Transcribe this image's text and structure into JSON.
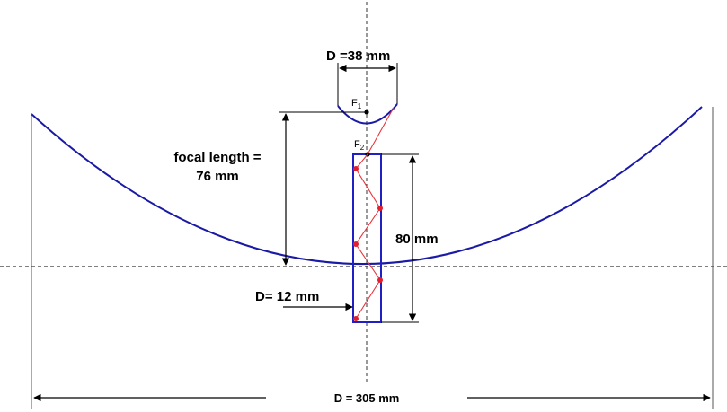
{
  "labels": {
    "small_diameter": "D =38 mm",
    "focus1_letter": "F",
    "focus1_sub": "1",
    "focus2_letter": "F",
    "focus2_sub": "2",
    "focal_line1": "focal length =",
    "focal_line2": "76 mm",
    "receiver_length": "80 mm",
    "receiver_diameter": "D= 12 mm",
    "dish_diameter": "D = 305 mm"
  },
  "colors": {
    "mirror": "#1a1aa6",
    "receiver": "#1f1fc4",
    "ray": "#e8343c",
    "ray_dot": "#e02030",
    "ink": "#000000",
    "axis": "#333333"
  }
}
